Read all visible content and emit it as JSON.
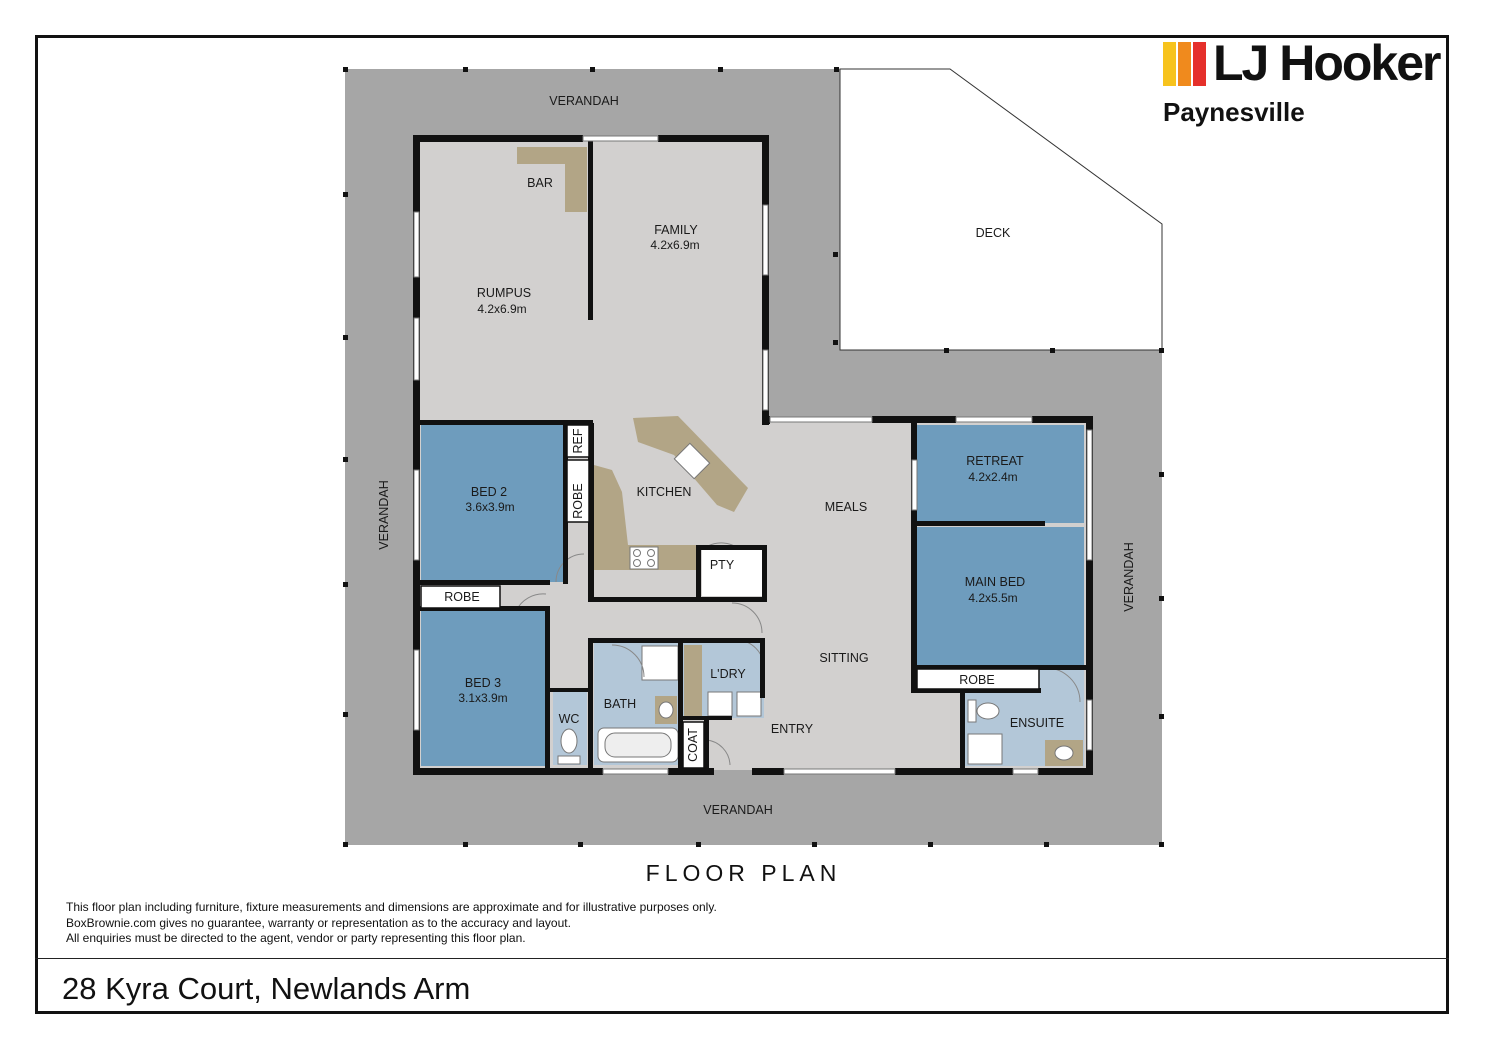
{
  "brand": {
    "name": "LJ Hooker",
    "office": "Paynesville",
    "colors": [
      "#F7C31D",
      "#F08A1D",
      "#E5302B"
    ]
  },
  "plan_title": "FLOOR PLAN",
  "disclaimer": [
    "This floor plan including furniture, fixture measurements and dimensions are approximate and for illustrative purposes only.",
    "BoxBrownie.com gives no guarantee, warranty or representation as to the accuracy and layout.",
    "All enquiries must be directed to the agent, vendor or party representing this floor plan."
  ],
  "address": "28 Kyra Court, Newlands Arm",
  "colors": {
    "verandah": "#A6A6A6",
    "floor": "#D2D0CF",
    "bedroom": "#6E9CBD",
    "wet_area": "#B3C7D8",
    "bench": "#B2A586",
    "wall": "#111111"
  },
  "rooms": {
    "verandah_top": {
      "name": "VERANDAH"
    },
    "verandah_left": {
      "name": "VERANDAH"
    },
    "verandah_right": {
      "name": "VERANDAH"
    },
    "verandah_bottom": {
      "name": "VERANDAH"
    },
    "deck": {
      "name": "DECK"
    },
    "bar": {
      "name": "BAR"
    },
    "rumpus": {
      "name": "RUMPUS",
      "size": "4.2x6.9m"
    },
    "family": {
      "name": "FAMILY",
      "size": "4.2x6.9m"
    },
    "kitchen": {
      "name": "KITCHEN"
    },
    "ref": {
      "name": "REF"
    },
    "robe_bed2": {
      "name": "ROBE"
    },
    "bed2": {
      "name": "BED 2",
      "size": "3.6x3.9m"
    },
    "robe_bed3": {
      "name": "ROBE"
    },
    "bed3": {
      "name": "BED 3",
      "size": "3.1x3.9m"
    },
    "pty": {
      "name": "PTY"
    },
    "meals": {
      "name": "MEALS"
    },
    "retreat": {
      "name": "RETREAT",
      "size": "4.2x2.4m"
    },
    "main_bed": {
      "name": "MAIN BED",
      "size": "4.2x5.5m"
    },
    "robe_main": {
      "name": "ROBE"
    },
    "ensuite": {
      "name": "ENSUITE"
    },
    "sitting": {
      "name": "SITTING"
    },
    "laundry": {
      "name": "L'DRY"
    },
    "bath": {
      "name": "BATH"
    },
    "wc": {
      "name": "WC"
    },
    "coat": {
      "name": "COAT"
    },
    "entry": {
      "name": "ENTRY"
    }
  }
}
